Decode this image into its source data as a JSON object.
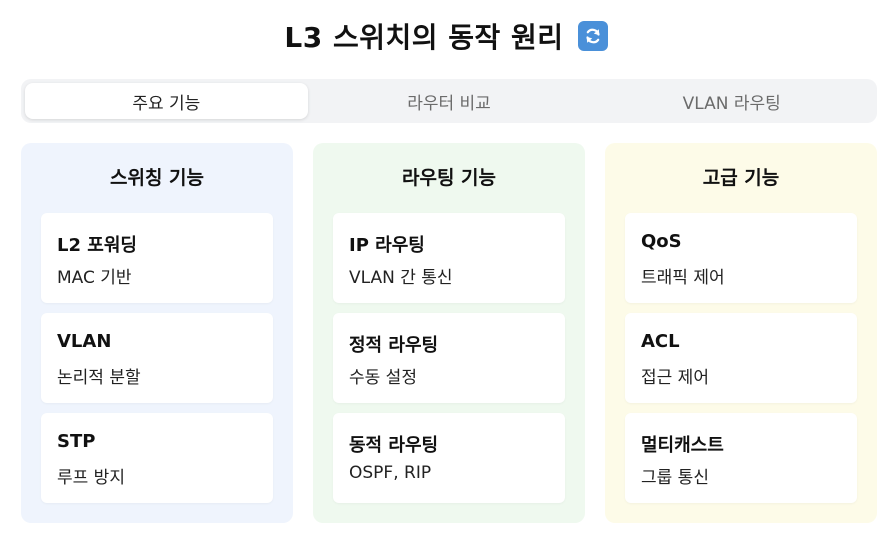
{
  "header": {
    "title": "L3 스위치의 동작 원리",
    "refresh_icon": "refresh-icon",
    "refresh_color": "#4a90d9"
  },
  "tabs": [
    {
      "label": "주요 기능",
      "active": true
    },
    {
      "label": "라우터 비교",
      "active": false
    },
    {
      "label": "VLAN 라우팅",
      "active": false
    }
  ],
  "columns": [
    {
      "title": "스위칭 기능",
      "bg_color": "#eff4fd",
      "cards": [
        {
          "title": "L2 포워딩",
          "desc": "MAC 기반"
        },
        {
          "title": "VLAN",
          "desc": "논리적 분할"
        },
        {
          "title": "STP",
          "desc": "루프 방지"
        }
      ]
    },
    {
      "title": "라우팅 기능",
      "bg_color": "#eff9ef",
      "cards": [
        {
          "title": "IP 라우팅",
          "desc": "VLAN 간 통신"
        },
        {
          "title": "정적 라우팅",
          "desc": "수동 설정"
        },
        {
          "title": "동적 라우팅",
          "desc": "OSPF, RIP"
        }
      ]
    },
    {
      "title": "고급 기능",
      "bg_color": "#fdfbe8",
      "cards": [
        {
          "title": "QoS",
          "desc": "트래픽 제어"
        },
        {
          "title": "ACL",
          "desc": "접근 제어"
        },
        {
          "title": "멀티캐스트",
          "desc": "그룹 통신"
        }
      ]
    }
  ]
}
